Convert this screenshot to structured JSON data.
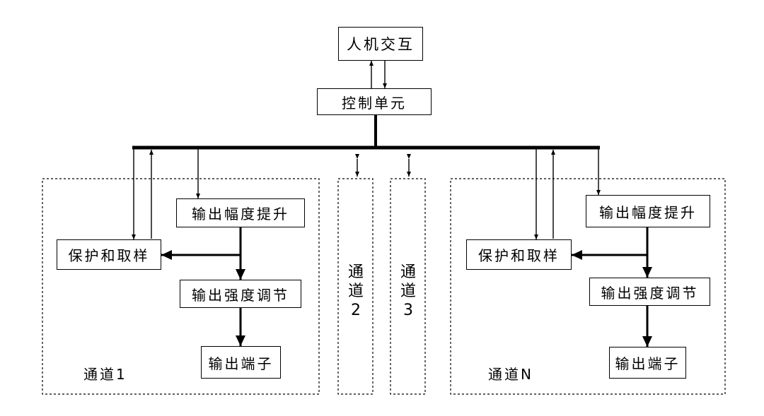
{
  "hmi": "人机交互",
  "control_unit": "控制单元",
  "channel1": {
    "amp": "输出幅度提升",
    "protect": "保护和取样",
    "intensity": "输出强度调节",
    "terminal": "输出端子",
    "label": "通道1"
  },
  "channel2": {
    "line1": "通",
    "line2": "道",
    "line3": "2"
  },
  "channel3": {
    "line1": "通",
    "line2": "道",
    "line3": "3"
  },
  "channelN": {
    "amp": "输出幅度提升",
    "protect": "保护和取样",
    "intensity": "输出强度调节",
    "terminal": "输出端子",
    "label": "通道N"
  }
}
